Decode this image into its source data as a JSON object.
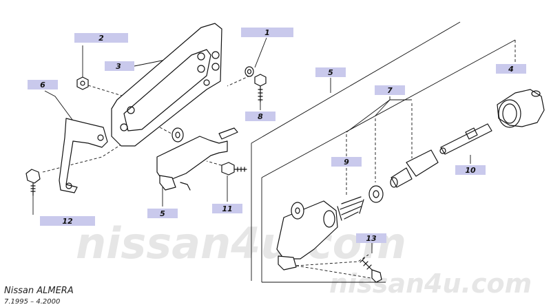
{
  "vehicle": {
    "model": "Nissan  ALMERA",
    "production_range": "7.1995  –  4.2000"
  },
  "watermarks": {
    "center": "nissan4u.com",
    "bottom_right": "nissan4u.com"
  },
  "callouts": {
    "c1": "1",
    "c2": "2",
    "c3": "3",
    "c4": "4",
    "c5_assembly": "5",
    "c5_part": "5",
    "c6": "6",
    "c7": "7",
    "c8": "8",
    "c9": "9",
    "c10": "10",
    "c11": "11",
    "c12": "12",
    "c13": "13"
  },
  "colors": {
    "callout_fill": "#c9c9ec",
    "watermark": "#e6e6e6"
  }
}
